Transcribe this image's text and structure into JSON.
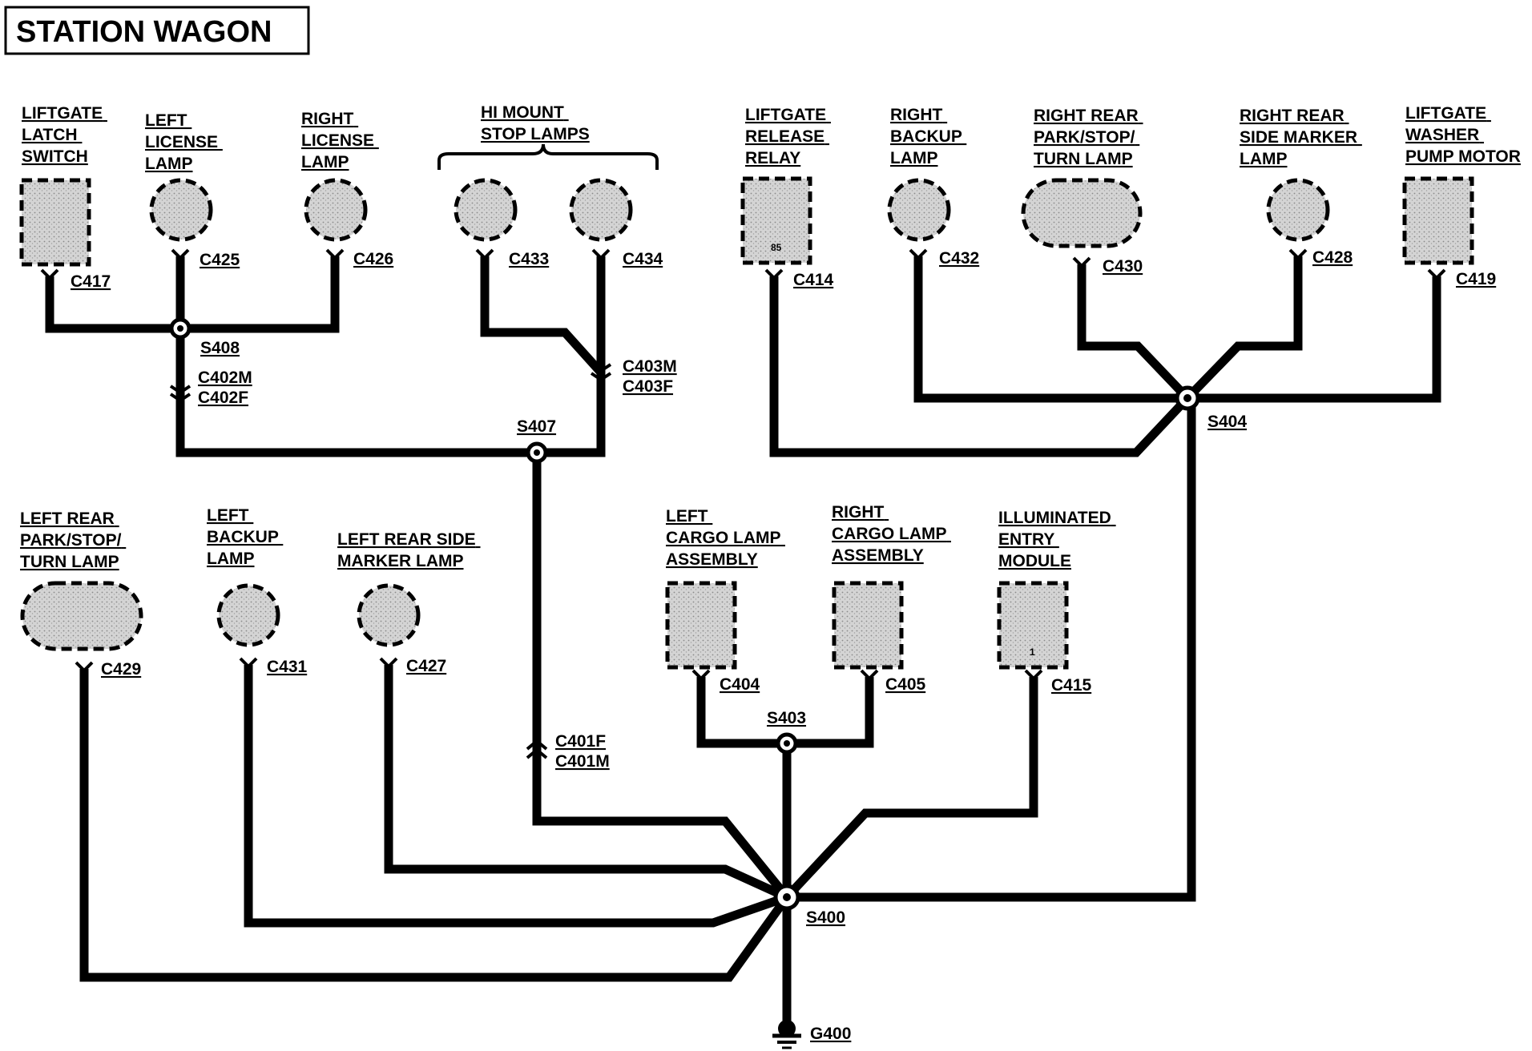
{
  "title": "STATION WAGON",
  "components": {
    "liftgate_latch_switch": [
      "LIFTGATE",
      "LATCH",
      "SWITCH"
    ],
    "left_license_lamp": [
      "LEFT",
      "LICENSE",
      "LAMP"
    ],
    "right_license_lamp": [
      "RIGHT",
      "LICENSE",
      "LAMP"
    ],
    "hi_mount_stop_lamps": [
      "HI MOUNT",
      "STOP LAMPS"
    ],
    "liftgate_release_relay": [
      "LIFTGATE",
      "RELEASE",
      "RELAY"
    ],
    "liftgate_release_relay_pin": "85",
    "right_backup_lamp": [
      "RIGHT",
      "BACKUP",
      "LAMP"
    ],
    "right_rear_park_stop_turn_lamp": [
      "RIGHT REAR",
      "PARK/STOP/",
      "TURN LAMP"
    ],
    "right_rear_side_marker_lamp": [
      "RIGHT REAR",
      "SIDE MARKER",
      "LAMP"
    ],
    "liftgate_washer_pump_motor": [
      "LIFTGATE",
      "WASHER",
      "PUMP MOTOR"
    ],
    "left_rear_park_stop_turn_lamp": [
      "LEFT REAR",
      "PARK/STOP/",
      "TURN LAMP"
    ],
    "left_backup_lamp": [
      "LEFT",
      "BACKUP",
      "LAMP"
    ],
    "left_rear_side_marker_lamp": [
      "LEFT REAR SIDE",
      "MARKER LAMP"
    ],
    "left_cargo_lamp_assembly": [
      "LEFT",
      "CARGO LAMP",
      "ASSEMBLY"
    ],
    "right_cargo_lamp_assembly": [
      "RIGHT",
      "CARGO LAMP",
      "ASSEMBLY"
    ],
    "illuminated_entry_module": [
      "ILLUMINATED",
      "ENTRY",
      "MODULE"
    ],
    "illuminated_entry_module_pin": "1"
  },
  "connectors": {
    "c417": "C417",
    "c425": "C425",
    "c426": "C426",
    "c433": "C433",
    "c434": "C434",
    "c414": "C414",
    "c432": "C432",
    "c430": "C430",
    "c428": "C428",
    "c419": "C419",
    "c429": "C429",
    "c431": "C431",
    "c427": "C427",
    "c404": "C404",
    "c405": "C405",
    "c415": "C415",
    "c402m": "C402M",
    "c402f": "C402F",
    "c403m": "C403M",
    "c403f": "C403F",
    "c401f": "C401F",
    "c401m": "C401M"
  },
  "splices": {
    "s408": "S408",
    "s407": "S407",
    "s404": "S404",
    "s403": "S403",
    "s400": "S400"
  },
  "ground": "G400"
}
